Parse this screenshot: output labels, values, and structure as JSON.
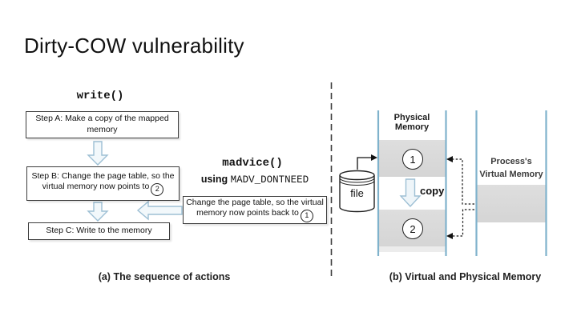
{
  "title": "Dirty-COW vulnerability",
  "panel_a": {
    "caption": "(a) The sequence of actions",
    "write_call": "write()",
    "step_a": "Step A: Make a copy of the mapped memory",
    "step_b": "Step B: Change the page table, so the virtual memory now points to",
    "step_b_ref": "2",
    "step_c": "Step C: Write to the memory",
    "madvice_call": "madvice()",
    "using_word": "using",
    "madv_flag": "MADV_DONTNEED",
    "madvice_box": "Change the page table, so the virtual memory now points back to",
    "madvice_box_ref": "1"
  },
  "panel_b": {
    "caption": "(b) Virtual and Physical Memory",
    "file_label": "file",
    "physical_memory_title": "Physical Memory",
    "page1_label": "1",
    "page2_label": "2",
    "copy_label": "copy",
    "process_label": "Process's",
    "virtual_memory_label": "Virtual Memory"
  },
  "colors": {
    "arrow_outline": "#9dbfd4",
    "arrow_fill": "#f2f8fb",
    "column_line": "#7fb2cc",
    "memory_block": "#d9d9d9",
    "divider": "#3f3f3f",
    "text": "#1a1a1a"
  }
}
